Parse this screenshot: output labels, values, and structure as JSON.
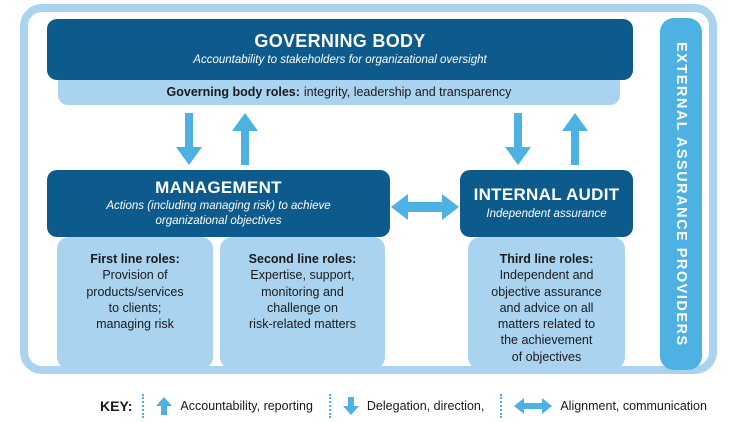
{
  "colors": {
    "dark_blue": "#0d5a8c",
    "light_blue": "#a9d3ef",
    "medium_blue": "#4db1e4",
    "text_dark": "#1a1a1a",
    "white": "#ffffff"
  },
  "governing_body": {
    "title": "GOVERNING BODY",
    "subtitle": "Accountability to stakeholders for organizational oversight"
  },
  "governing_roles": {
    "label": "Governing body roles:",
    "text": "integrity, leadership and transparency"
  },
  "management": {
    "title": "MANAGEMENT",
    "subtitle": "Actions (including managing risk) to achieve\norganizational objectives"
  },
  "internal_audit": {
    "title": "INTERNAL AUDIT",
    "subtitle": "Independent assurance"
  },
  "first_line": {
    "title": "First line roles:",
    "body": "Provision of\nproducts/services\nto clients;\nmanaging risk"
  },
  "second_line": {
    "title": "Second line roles:",
    "body": "Expertise, support,\nmonitoring and\nchallenge on\nrisk-related matters"
  },
  "third_line": {
    "title": "Third line roles:",
    "body": "Independent and\nobjective assurance\nand advice on all\nmatters related to\nthe achievement\nof objectives"
  },
  "external_bar": {
    "label": "EXTERNAL ASSURANCE PROVIDERS"
  },
  "key": {
    "label": "KEY:",
    "items": [
      {
        "icon": "up-arrow-icon",
        "text": "Accountability, reporting"
      },
      {
        "icon": "down-arrow-icon",
        "text": "Delegation, direction,"
      },
      {
        "icon": "double-arrow-icon",
        "text": "Alignment, communication"
      }
    ]
  }
}
